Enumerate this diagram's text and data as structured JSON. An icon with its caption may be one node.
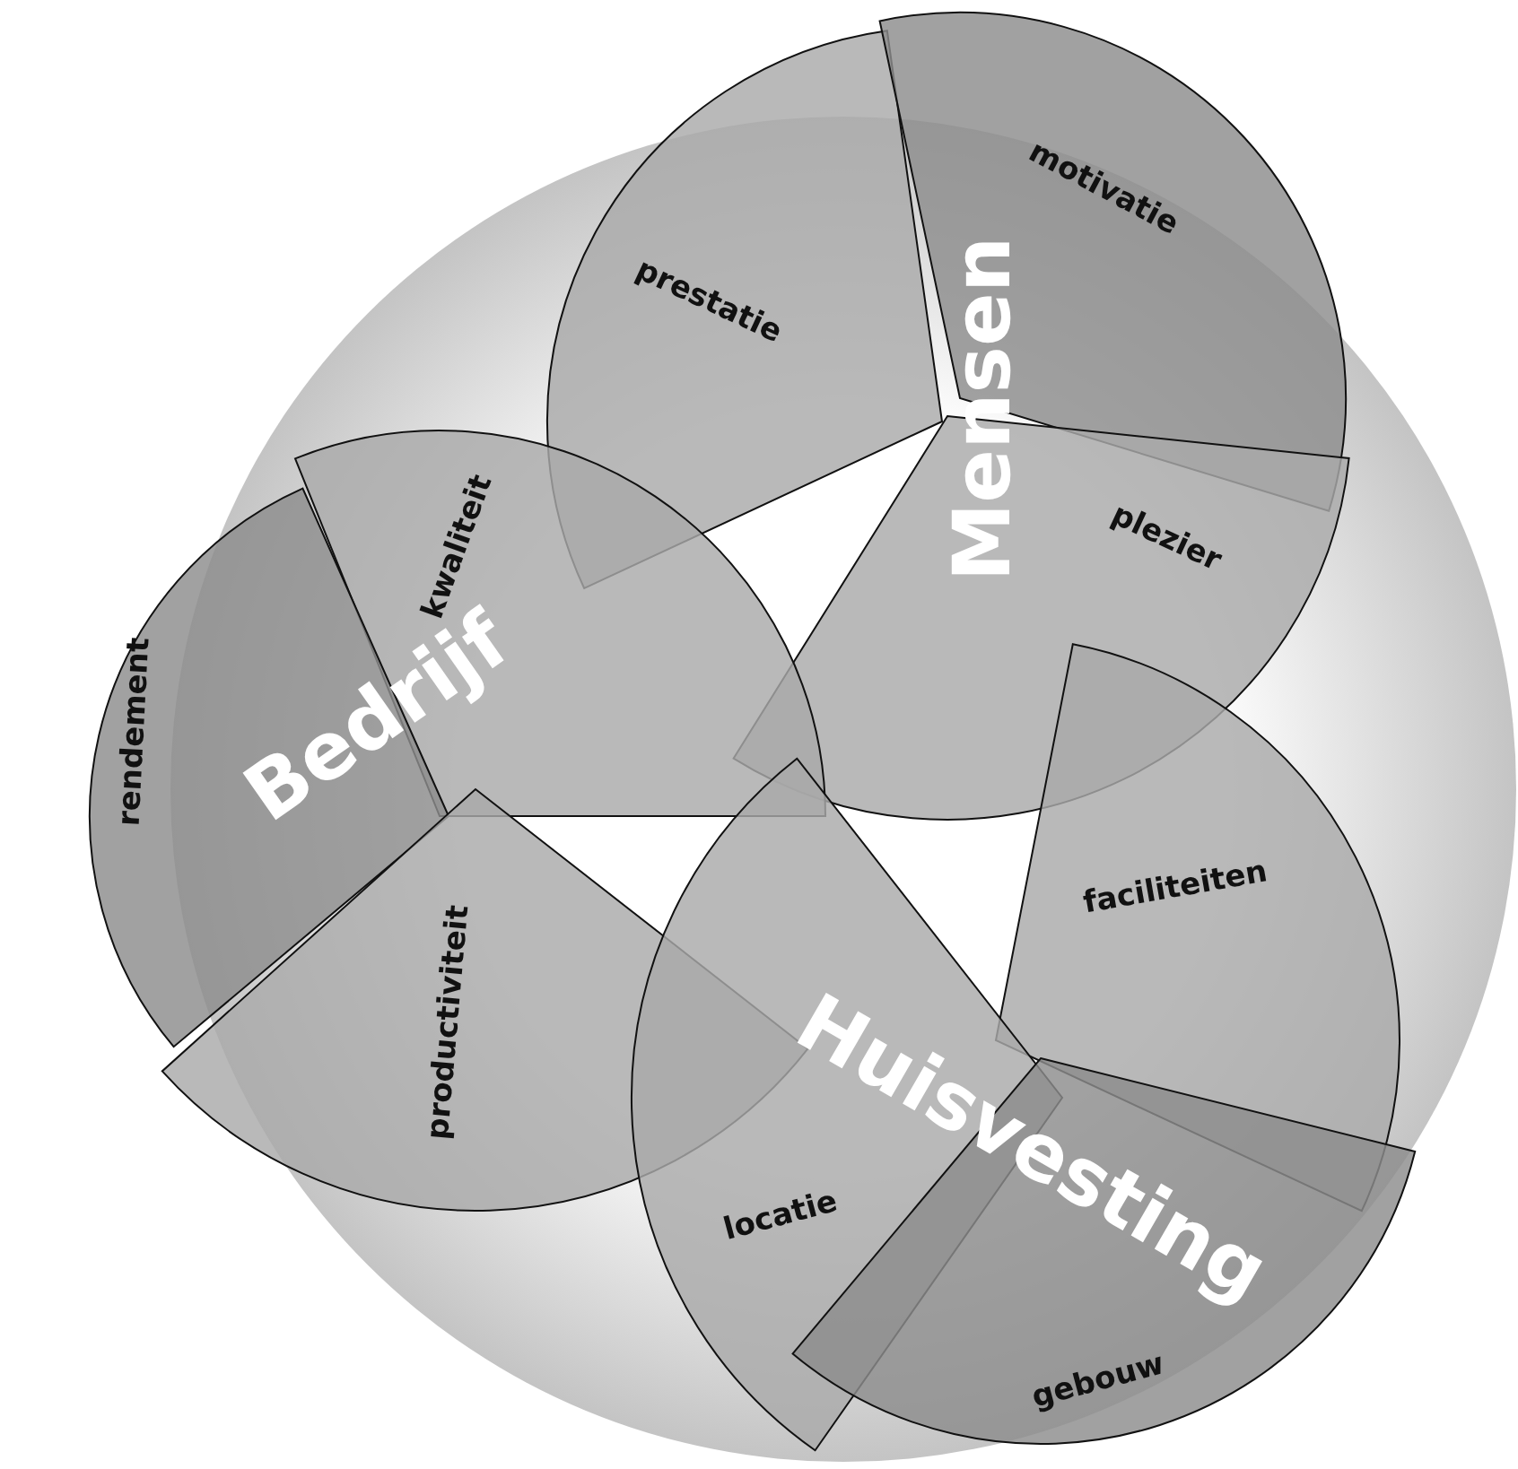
{
  "diagram": {
    "nodes": [
      {
        "text": [
          "prestatie"
        ]
      },
      {
        "text": [
          "motivatie"
        ]
      },
      {
        "text": [
          "plezier"
        ]
      },
      {
        "text": [
          "kwaliteit"
        ]
      },
      {
        "text": [
          "rendement"
        ]
      },
      {
        "text": [
          "productiviteit"
        ]
      },
      {
        "text": [
          "faciliteiten"
        ]
      },
      {
        "text": [
          "locatie"
        ]
      },
      {
        "text": [
          "gebouw"
        ]
      }
    ],
    "labels": [
      "Mensen",
      "Bedrijf",
      "Huisvesting"
    ]
  }
}
